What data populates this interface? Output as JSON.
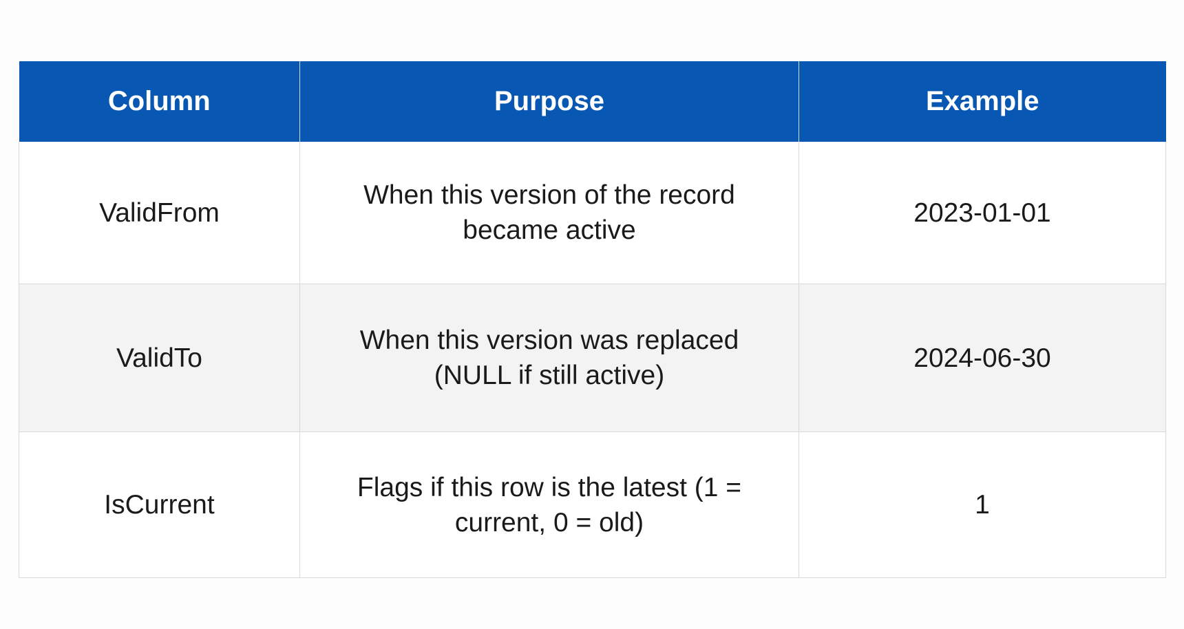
{
  "table": {
    "headers": [
      "Column",
      "Purpose",
      "Example"
    ],
    "rows": [
      {
        "column": "ValidFrom",
        "purpose_line1": "When this version of the record",
        "purpose_line2": "became active",
        "example": "2023-01-01"
      },
      {
        "column": "ValidTo",
        "purpose_line1": "When this version was replaced",
        "purpose_line2": "(NULL if still active)",
        "example": "2024-06-30"
      },
      {
        "column": "IsCurrent",
        "purpose_line1": "Flags if this row is the latest (1 =",
        "purpose_line2": "current, 0 = old)",
        "example": "1"
      }
    ],
    "colors": {
      "header_bg": "#0857b3",
      "header_text": "#ffffff",
      "row_alt_bg": "#f3f3f3"
    }
  }
}
